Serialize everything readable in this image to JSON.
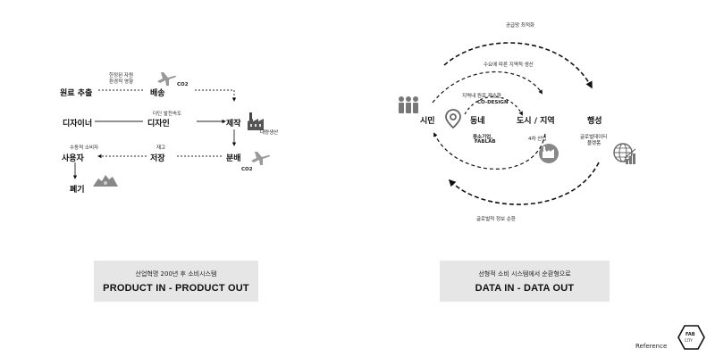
{
  "left": {
    "nodes": {
      "raw": "원료 추출",
      "delivery": "배송",
      "designer": "디자이너",
      "design": "디자인",
      "make": "제작",
      "user": "사용자",
      "storage": "저장",
      "distribution": "분배",
      "disposal": "폐기"
    },
    "labels": {
      "resource_1": "한정된 자원",
      "resource_2": "환경적 영향",
      "co2_top": "CO2",
      "speed": "더딘 발전속도",
      "mass": "대량생산",
      "passive": "수동적 소비자",
      "stock": "재고",
      "co2_bottom": "CO2"
    },
    "box": {
      "subtitle": "산업혁명 200년 후 소비시스템",
      "title": "PRODUCT IN - PRODUCT OUT"
    }
  },
  "right": {
    "nodes": {
      "citizen": "시민",
      "neighborhood": "동네",
      "city": "도시 / 지역",
      "government": "행성"
    },
    "labels": {
      "supply": "공급망 최적화",
      "demand": "수요에 따른 지역적 생산",
      "local_1": "지역내 원료 재순환",
      "local_2": "CO-DESIGN",
      "sme_1": "중소기업,",
      "sme_2": "FABLAB",
      "industry": "4차 산업",
      "bigdata_1": "글로벌데이터",
      "bigdata_2": "플랫폼",
      "global": "글로벌적 정보 순환"
    },
    "box": {
      "subtitle": "선형적 소비 시스템에서 순환형으로",
      "title": "DATA IN - DATA OUT"
    }
  },
  "footer": {
    "reference": "Reference",
    "logo_text_1": "FAB",
    "logo_text_2": "CITY"
  }
}
